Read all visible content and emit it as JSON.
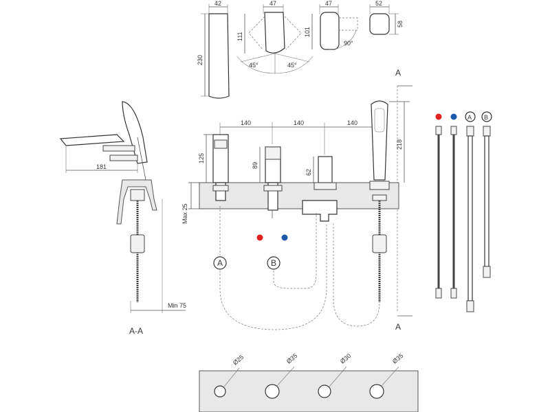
{
  "colors": {
    "hot": "#e0201e",
    "cold": "#1a5aa8",
    "line": "#555555"
  },
  "top_dims": {
    "spout_width": "42",
    "spout_height": "230",
    "lever_width": "47",
    "lever_height": "111",
    "lever_angle_left": "45°",
    "lever_angle_right": "45°",
    "diverter_width": "47",
    "diverter_height": "101",
    "diverter_angle": "90°",
    "holder_width": "52",
    "holder_height": "58"
  },
  "main_dims": {
    "spacing_1": "140",
    "spacing_2": "140",
    "spacing_3": "140",
    "spout_h": "125",
    "mixer_h": "89",
    "diverter_h": "62",
    "shower_h": "218",
    "deck_max": "Max 25"
  },
  "side_dims": {
    "reach": "181",
    "min_clear": "Min 75"
  },
  "labels": {
    "section_top": "A",
    "section_bottom": "A",
    "section_view": "A-A",
    "hose_a": "A",
    "hose_b": "B",
    "kit_a": "A",
    "kit_b": "B"
  },
  "holes": [
    "Ø25",
    "Ø35",
    "Ø30",
    "Ø35"
  ]
}
